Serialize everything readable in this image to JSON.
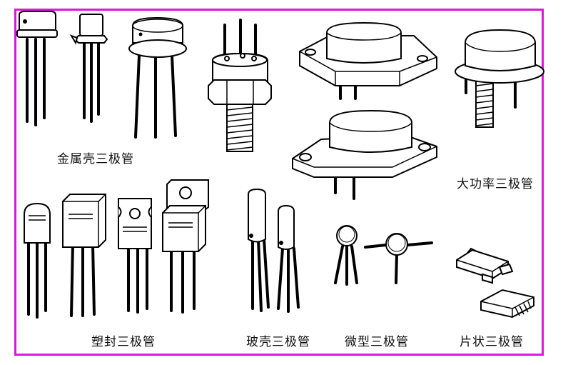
{
  "frame_color": "#d81ad8",
  "labels": {
    "metal": "金属壳三极管",
    "power": "大功率三极管",
    "plastic": "塑封三极管",
    "glass": "玻壳三极管",
    "micro": "微型三极管",
    "chip": "片状三极管"
  }
}
